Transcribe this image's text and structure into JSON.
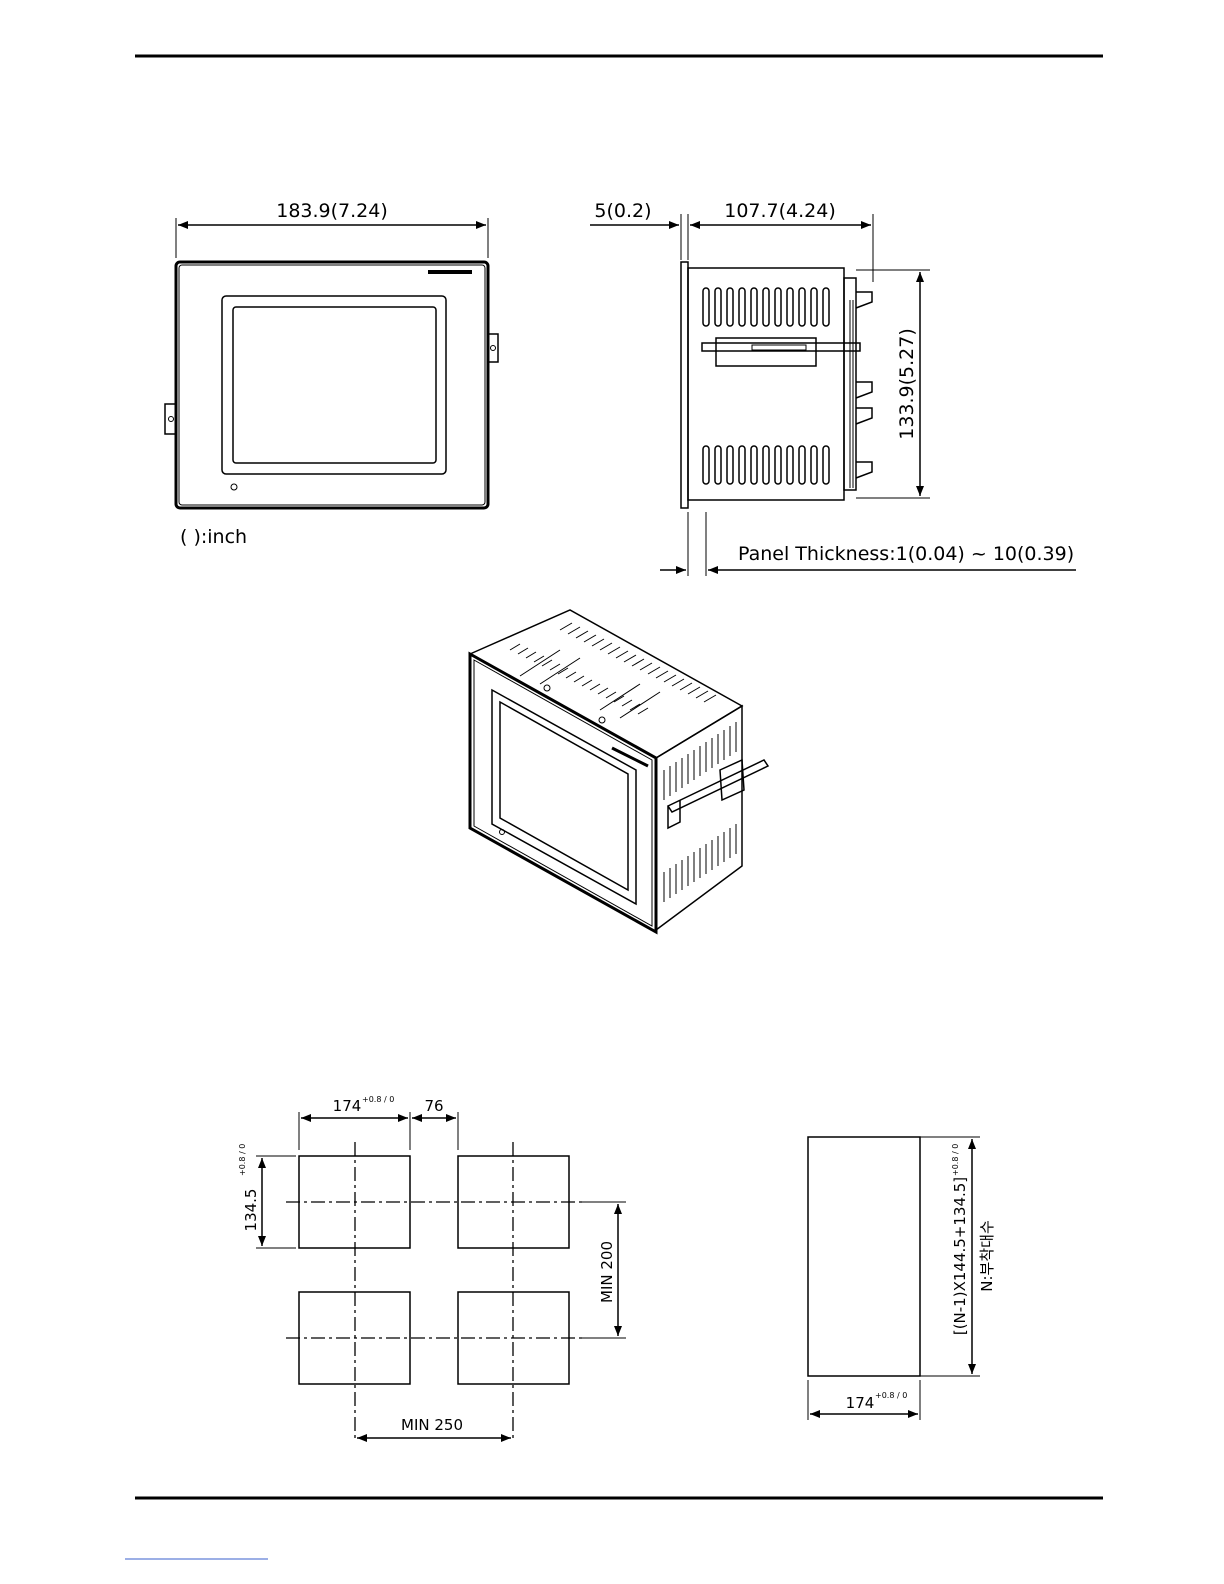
{
  "front_view": {
    "width_label": "183.9(7.24)",
    "unit_note": "( ):inch"
  },
  "side_view": {
    "bezel_label": "5(0.2)",
    "depth_label": "107.7(4.24)",
    "height_label": "133.9(5.27)",
    "panel_thickness_label": "Panel  Thickness:1(0.04) ~ 10(0.39)"
  },
  "cutout_array": {
    "width_label": "174",
    "width_tol": "+0.8 / 0",
    "gap_label": "76",
    "height_label": "134.5",
    "height_tol": "+0.8 / 0",
    "min_vertical_label": "MIN 200",
    "min_horizontal_label": "MIN 250"
  },
  "cutout_single": {
    "width_label": "174",
    "width_tol": "+0.8 / 0",
    "height_formula": "[(N-1)X144.5+134.5]",
    "height_tol": "+0.8 / 0",
    "n_note": "N:부착대수"
  }
}
